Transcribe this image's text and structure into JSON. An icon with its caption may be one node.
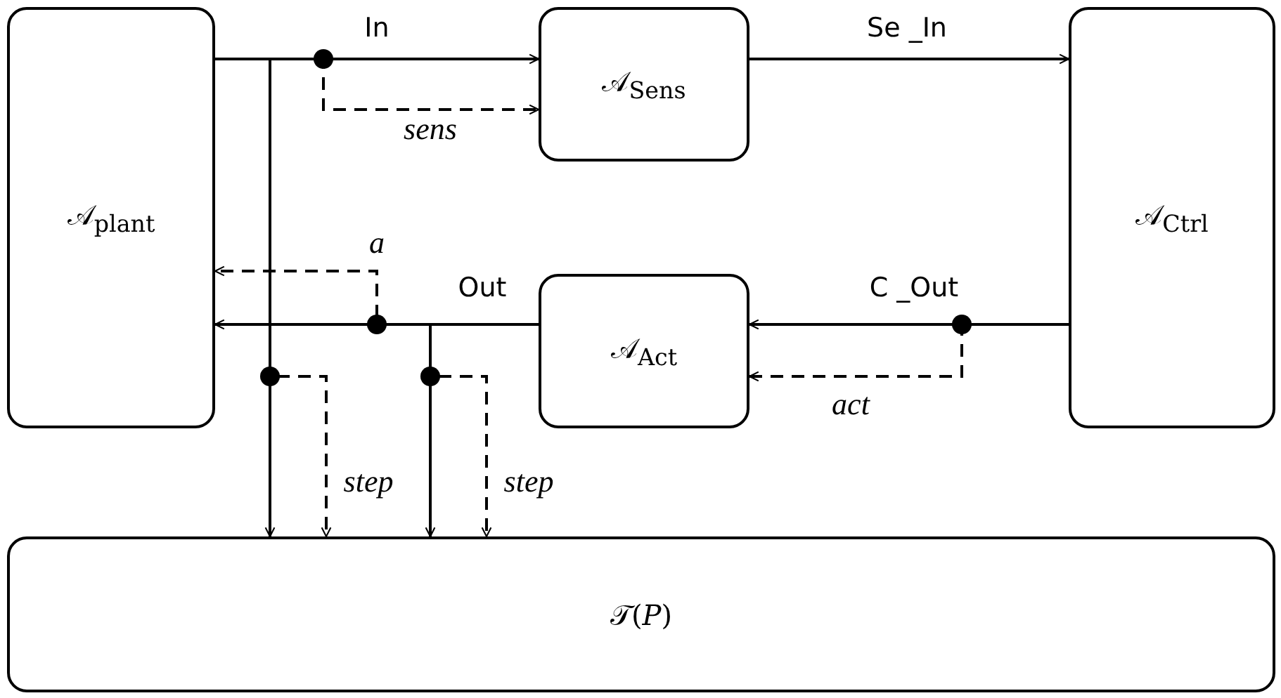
{
  "diagram": {
    "nodes": [
      {
        "text": [
          "𝒜$_{plant}$"
        ]
      },
      {
        "text": [
          "𝒜$_{Sens}$"
        ]
      },
      {
        "text": [
          "𝒜$_{Ctrl}$"
        ]
      },
      {
        "text": [
          "𝒜$_{Act}$"
        ]
      },
      {
        "text": [
          "𝒯(*P*)"
        ]
      }
    ],
    "edges": [
      {
        "from": 0,
        "to": 1,
        "arrow": "to",
        "label": "In"
      },
      {
        "from": 0,
        "to": 1,
        "arrow": "to",
        "label": "sens",
        "style": "dashed"
      },
      {
        "from": 1,
        "to": 2,
        "arrow": "to",
        "label": "Se _In"
      },
      {
        "from": 2,
        "to": 3,
        "arrow": "to",
        "label": "C _Out"
      },
      {
        "from": 2,
        "to": 3,
        "arrow": "to",
        "label": "act",
        "style": "dashed"
      },
      {
        "from": 3,
        "to": 0,
        "arrow": "to",
        "label": "Out"
      },
      {
        "from": 3,
        "to": 0,
        "arrow": "to",
        "label": "a",
        "style": "dashed"
      },
      {
        "from": 0,
        "to": 4,
        "arrow": "to"
      },
      {
        "from": 0,
        "to": 4,
        "arrow": "to",
        "label": "step",
        "style": "dashed"
      },
      {
        "from": 3,
        "to": 4,
        "arrow": "to"
      },
      {
        "from": 3,
        "to": 4,
        "arrow": "to",
        "label": "step",
        "style": "dashed"
      }
    ]
  }
}
